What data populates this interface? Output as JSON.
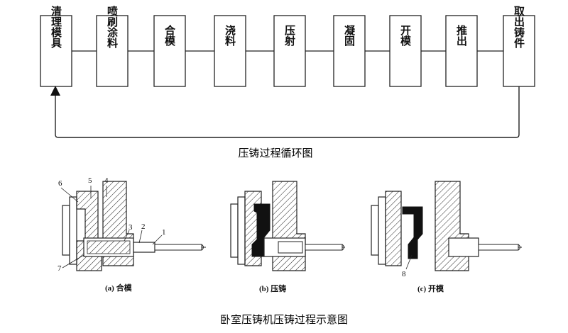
{
  "flow": {
    "steps": [
      {
        "label": "清理模具"
      },
      {
        "label": "喷刷涂料"
      },
      {
        "label": "合模"
      },
      {
        "label": "浇料"
      },
      {
        "label": "压射"
      },
      {
        "label": "凝固"
      },
      {
        "label": "开模"
      },
      {
        "label": "推出"
      },
      {
        "label": "取出铸件"
      }
    ],
    "caption": "压铸过程循环图"
  },
  "machine": {
    "panel_a": {
      "caption": "(a) 合模",
      "callouts": [
        "1",
        "2",
        "3",
        "4",
        "5",
        "6",
        "7"
      ]
    },
    "panel_b": {
      "caption": "(b) 压铸"
    },
    "panel_c": {
      "caption": "(c) 开模",
      "callouts": [
        "8"
      ]
    },
    "caption": "卧室压铸机压铸过程示意图"
  }
}
